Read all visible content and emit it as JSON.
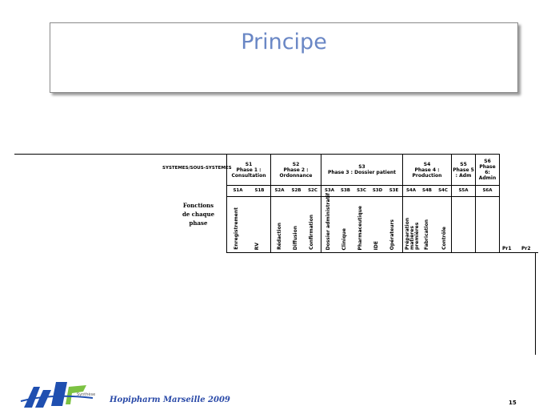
{
  "slide": {
    "title": "Principe",
    "page_number": "15",
    "footer_text": "Hopipharm Marseille 2009",
    "logo_subtext": "Synthèse"
  },
  "table": {
    "systems_label": "SYSTEMES/SOUS-SYSTEMES",
    "functions_label": "Fonctions de chaque phase",
    "phases": [
      {
        "code": "S1",
        "name": "Phase 1 : Consultation"
      },
      {
        "code": "S2",
        "name": "Phase 2 : Ordonnance"
      },
      {
        "code": "S3",
        "name": "Phase 3 : Dossier patient"
      },
      {
        "code": "S4",
        "name": "Phase 4 : Production"
      },
      {
        "code": "S5",
        "name": "Phase 5 : Adm"
      },
      {
        "code": "S6",
        "name": "Phase 6: Admin"
      }
    ],
    "subsystems": [
      "S1A",
      "S1B",
      "S2A",
      "S2B",
      "S2C",
      "S3A",
      "S3B",
      "S3C",
      "S3D",
      "S3E",
      "S4A",
      "S4B",
      "S4C",
      "S5A",
      "S6A"
    ],
    "functions": [
      "Enregistrement",
      "RV",
      "Rédaction",
      "Diffusion",
      "Confirmation",
      "Dossier administratif",
      "Clinique",
      "Pharmaceutique",
      "IDE",
      "Opérateurs",
      "Préparation matières premières",
      "Fabrication",
      "Contrôle"
    ],
    "extra_columns": [
      "Pr1",
      "Pr2"
    ]
  },
  "colors": {
    "title": "#6a87c5",
    "footer": "#2a4aa8",
    "logo_blue": "#1f4fb0",
    "logo_green": "#7cc242"
  }
}
